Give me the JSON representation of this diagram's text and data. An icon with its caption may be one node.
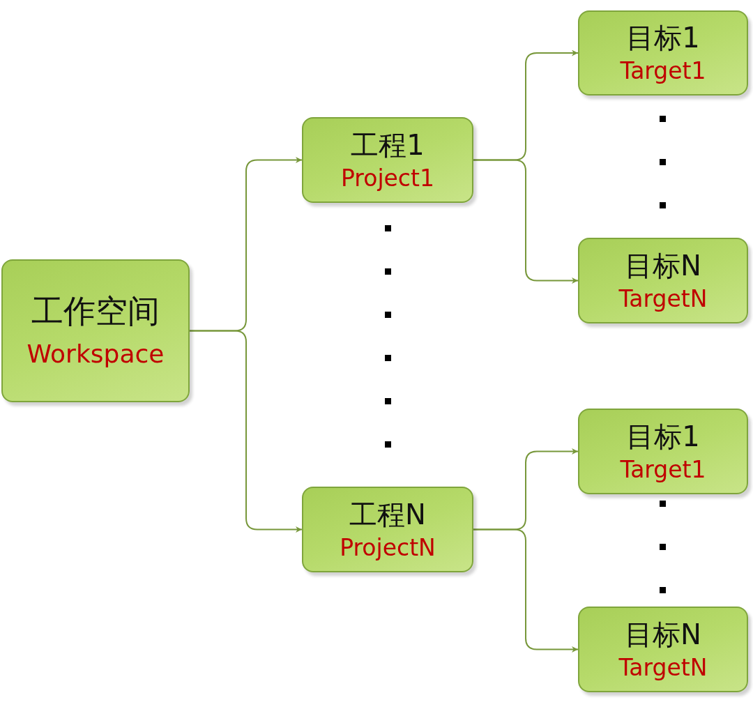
{
  "diagram": {
    "nodes": [
      {
        "text": [
          "工作空间",
          "Workspace"
        ]
      },
      {
        "text": [
          "工程1",
          "Project1"
        ]
      },
      {
        "text": [
          "工程N",
          "ProjectN"
        ]
      },
      {
        "text": [
          "目标1",
          "Target1"
        ]
      },
      {
        "text": [
          "目标N",
          "TargetN"
        ]
      },
      {
        "text": [
          "目标1",
          "Target1"
        ]
      },
      {
        "text": [
          "目标N",
          "TargetN"
        ]
      }
    ],
    "edges": [
      {
        "from": 0,
        "to": 1,
        "arrow": "to"
      },
      {
        "from": 0,
        "to": 2,
        "arrow": "to"
      },
      {
        "from": 1,
        "to": 3,
        "arrow": "to"
      },
      {
        "from": 1,
        "to": 4,
        "arrow": "to"
      },
      {
        "from": 2,
        "to": 5,
        "arrow": "to"
      },
      {
        "from": 2,
        "to": 6,
        "arrow": "to"
      }
    ]
  }
}
